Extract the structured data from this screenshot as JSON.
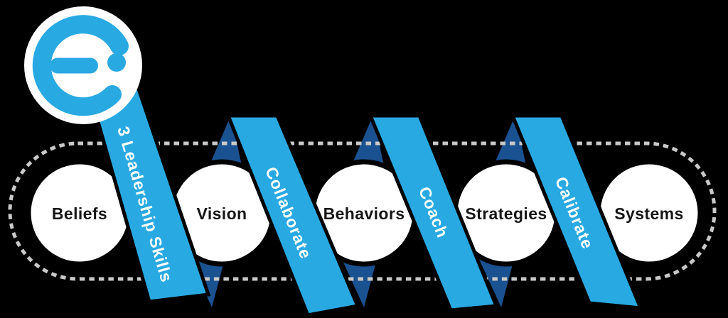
{
  "diagram": {
    "title": "3 Leadership Skills loop diagram",
    "main_ribbon": {
      "label": "3 Leadership Skills"
    },
    "skill_ribbons": [
      {
        "label": "Collaborate"
      },
      {
        "label": "Coach"
      },
      {
        "label": "Calibrate"
      }
    ],
    "steps": [
      {
        "label": "Beliefs"
      },
      {
        "label": "Vision"
      },
      {
        "label": "Behaviors"
      },
      {
        "label": "Strategies"
      },
      {
        "label": "Systems"
      }
    ],
    "logo": {
      "name": "e-mark logo"
    },
    "colors": {
      "ribbon_blue": "#29A9E2",
      "fold_navy": "#1A5191",
      "dotted_border_gray": "#C9C9C9",
      "circle_fill": "#FFFFFF",
      "circle_label": "#161616",
      "ribbon_label": "#FFFFFF",
      "background": "#000000"
    }
  }
}
